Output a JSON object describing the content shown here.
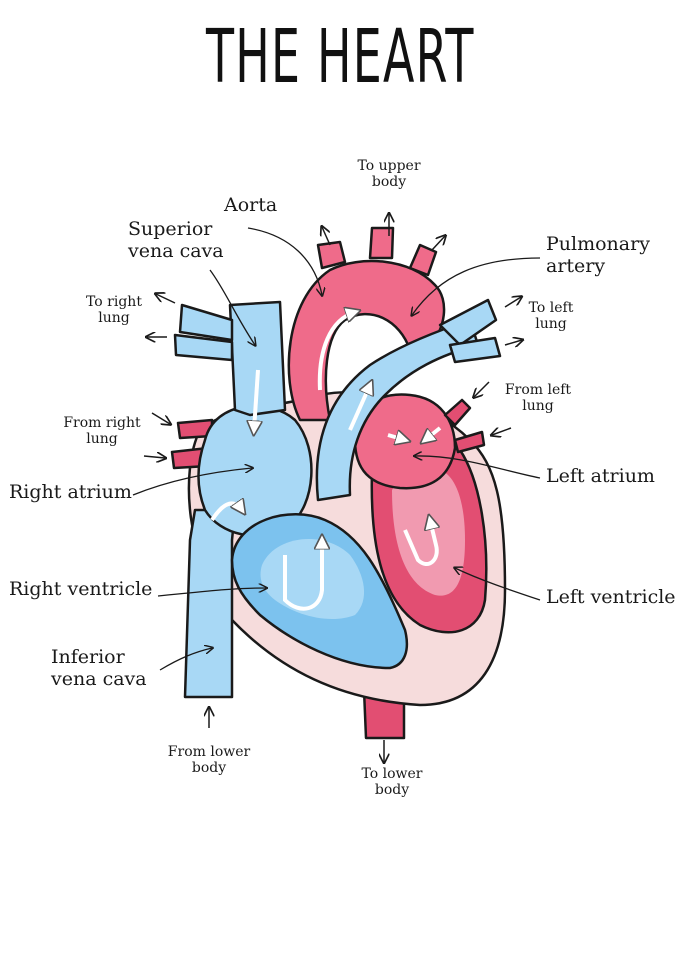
{
  "title": "THE HEART",
  "labels": {
    "to_upper_body": [
      "To upper",
      "body"
    ],
    "aorta": "Aorta",
    "superior_vena_cava": [
      "Superior",
      "vena cava"
    ],
    "pulmonary_artery": [
      "Pulmonary",
      "artery"
    ],
    "to_right_lung": [
      "To right",
      "lung"
    ],
    "to_left_lung": [
      "To left",
      "lung"
    ],
    "from_left_lung": [
      "From left",
      "lung"
    ],
    "from_right_lung": [
      "From right",
      "lung"
    ],
    "right_atrium": "Right atrium",
    "left_atrium": "Left atrium",
    "right_ventricle": "Right ventricle",
    "left_ventricle": "Left ventricle",
    "inferior_vena_cava": [
      "Inferior",
      "vena cava"
    ],
    "from_lower_body": [
      "From lower",
      "body"
    ],
    "to_lower_body": [
      "To lower",
      "body"
    ]
  },
  "colors": {
    "deoxygenated": "#a8d8f5",
    "deoxygenated_dark": "#7cc2ee",
    "oxygenated": "#ef6b8a",
    "oxygenated_dark": "#d9466c",
    "wall": "#f6dcdc",
    "outline": "#1a1a1a"
  }
}
